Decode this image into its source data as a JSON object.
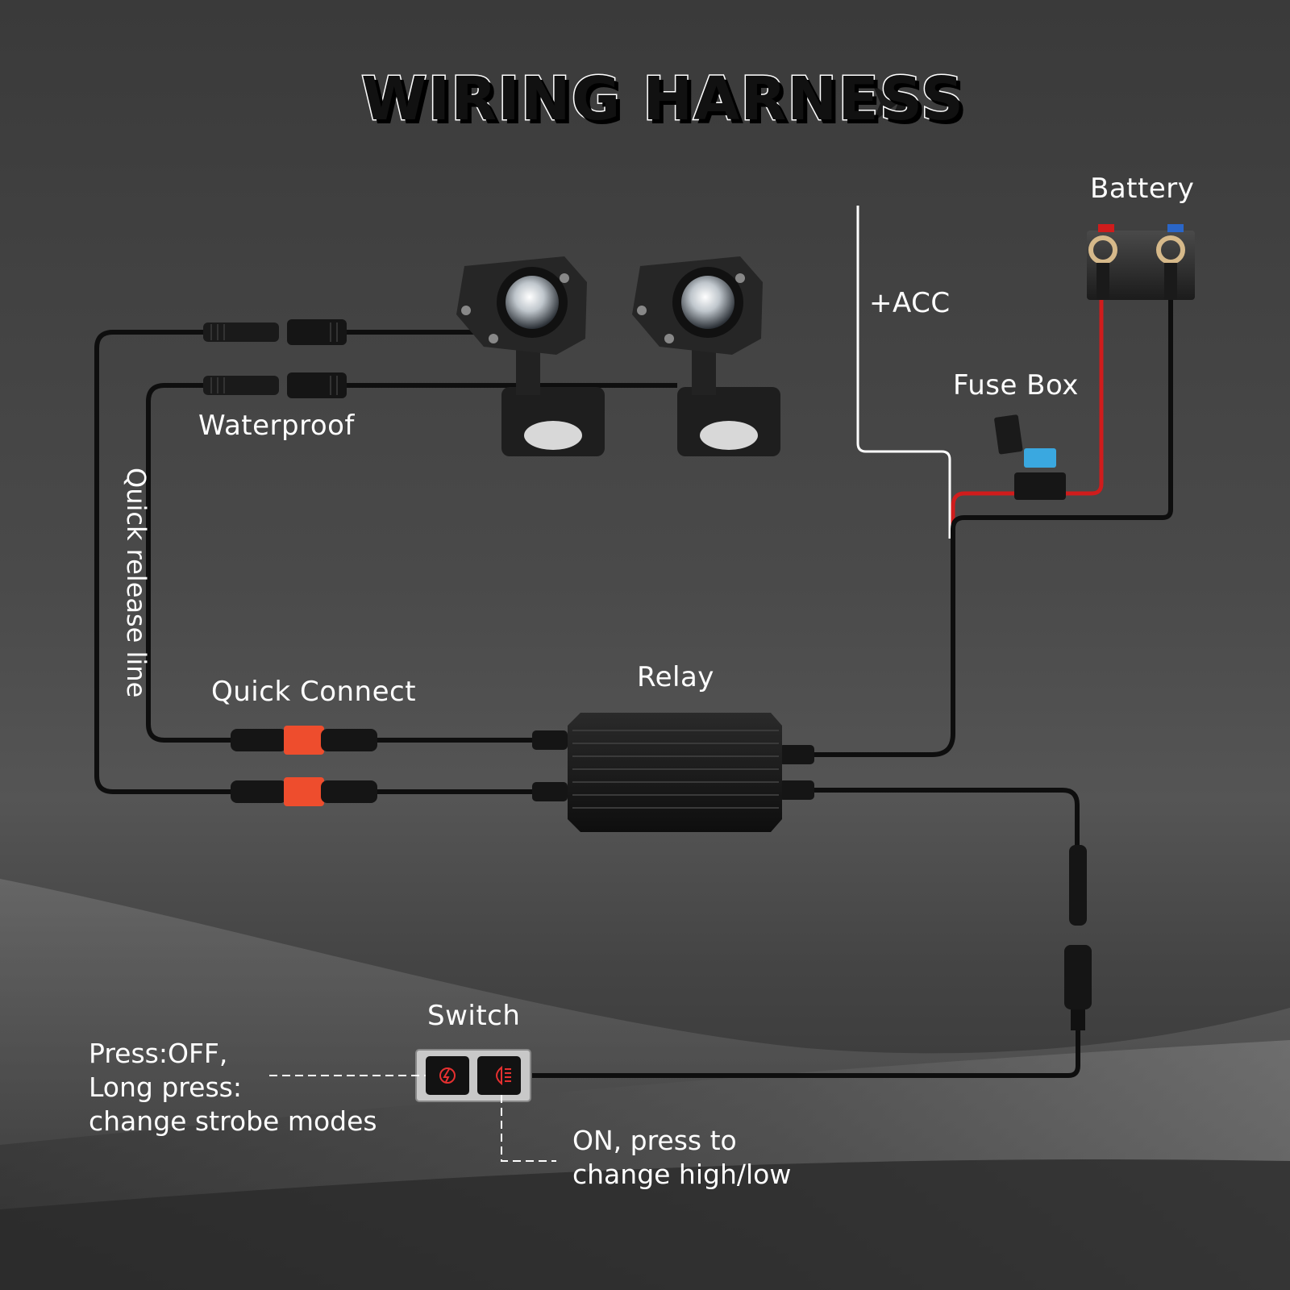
{
  "title": "WIRING HARNESS",
  "labels": {
    "battery": "Battery",
    "acc": "+ACC",
    "fuse_box": "Fuse Box",
    "waterproof": "Waterproof",
    "quick_release_line": "Quick release line",
    "quick_connect": "Quick Connect",
    "relay": "Relay",
    "switch": "Switch"
  },
  "notes": {
    "left_button": [
      "Press:OFF,",
      "Long press:",
      "change strobe modes"
    ],
    "right_button": [
      "ON, press to",
      "change high/low"
    ]
  },
  "colors": {
    "positive_wire": "#d01c1c",
    "wire": "#111111",
    "acc_wire": "#ffffff",
    "quick_connect": "#ee4d2d",
    "fuse": "#3aa8e0",
    "button_icon": "#e63030"
  },
  "icons": [
    "fast-forward-arrows-icon",
    "strobe-icon",
    "headlight-high-low-icon"
  ]
}
